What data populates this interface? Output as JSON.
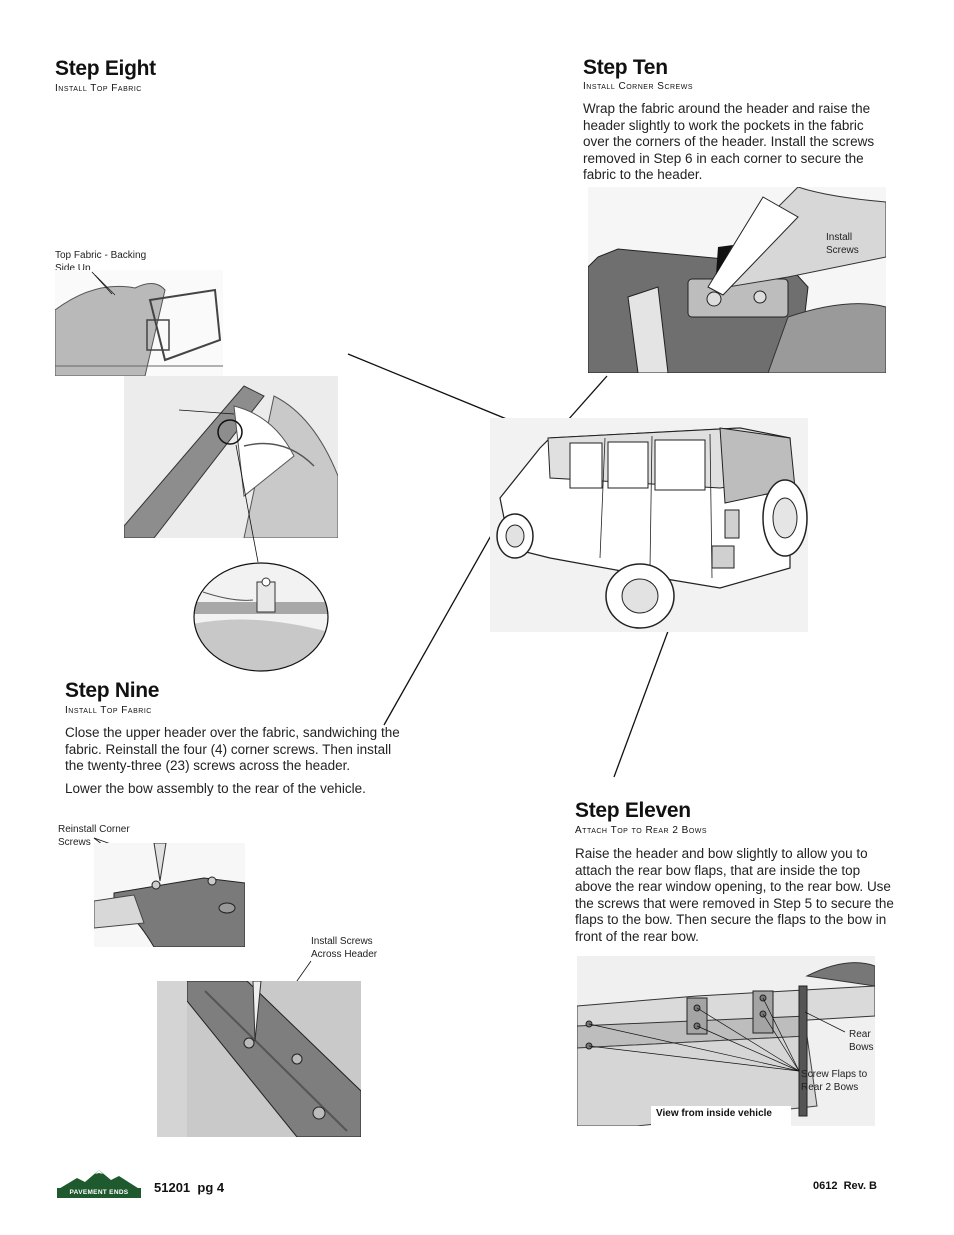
{
  "step_eight": {
    "title": "Step Eight",
    "subtitle": "Install Top Fabric",
    "callout_label": "Top Fabric - Backing Side Up"
  },
  "step_ten": {
    "title": "Step Ten",
    "subtitle": "Install Corner Screws",
    "body": "Wrap the fabric around the header and raise the header slightly to work the pockets in the fabric over the corners of the header. Install the screws removed in Step 6 in each corner to secure the fabric to the header.",
    "callout_label": "Install Screws"
  },
  "step_nine": {
    "title": "Step Nine",
    "subtitle": "Install Top Fabric",
    "body_1": "Close the upper header over the fabric, sandwiching the fabric. Reinstall the four (4) corner screws. Then install the twenty-three (23) screws across the header.",
    "body_2": "Lower the bow assembly to the rear of the vehicle.",
    "callout_corner": "Reinstall Corner Screws",
    "callout_across": "Install Screws Across Header"
  },
  "step_eleven": {
    "title": "Step Eleven",
    "subtitle": "Attach Top to Rear 2 Bows",
    "body": "Raise the header and bow slightly to allow you to attach the rear bow flaps, that are inside the top above the rear window opening, to the rear bow. Use the screws that were removed in Step 5 to secure the flaps to the bow. Then secure the flaps to the bow in front of the rear bow.",
    "callout_rear_bows": "Rear Bows",
    "callout_flaps": "Screw Flaps to Rear 2 Bows",
    "caption": "View from inside vehicle"
  },
  "footer": {
    "logo_text": "PAVEMENT ENDS",
    "page_label": "51201  pg 4",
    "revision": "0612  Rev. B"
  }
}
